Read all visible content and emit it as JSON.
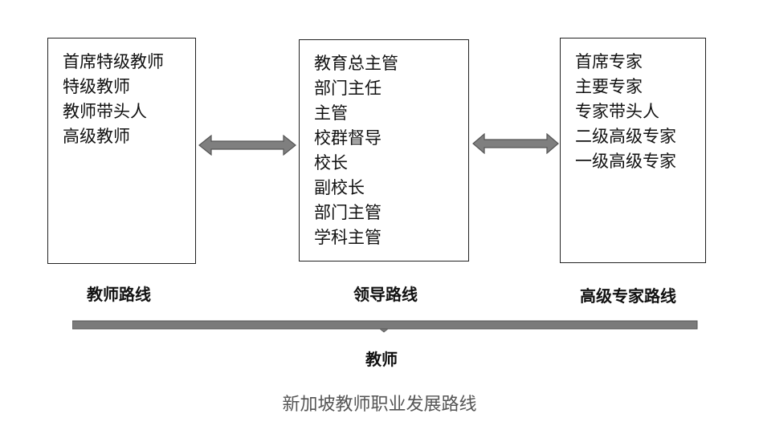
{
  "boxes": {
    "teacher": [
      "首席特级教师",
      "特级教师",
      "教师带头人",
      "高级教师"
    ],
    "leader": [
      "教育总主管",
      "部门主任",
      "主管",
      "校群督导",
      "校长",
      "副校长",
      "部门主管",
      "学科主管"
    ],
    "expert": [
      "首席专家",
      "主要专家",
      "专家带头人",
      "二级高级专家",
      "一级高级专家"
    ]
  },
  "labels": {
    "teacher_track": "教师路线",
    "leader_track": "领导路线",
    "expert_track": "高级专家路线",
    "base": "教师"
  },
  "caption": "新加坡教师职业发展路线",
  "colors": {
    "arrow_fill": "#7f7f7f",
    "arrow_stroke": "#555555",
    "bar_fill": "#7a7a7a"
  }
}
